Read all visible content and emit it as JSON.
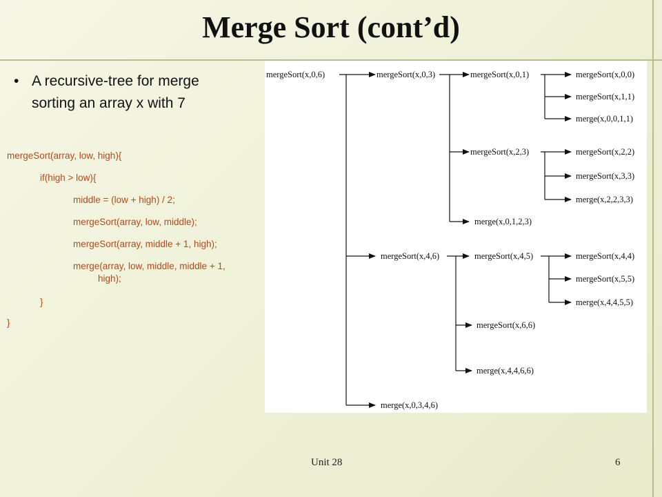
{
  "title": "Merge Sort (cont’d)",
  "bullet": {
    "marker": "•",
    "text": "A recursive-tree for merge sorting  an array x with 7"
  },
  "code": [
    "mergeSort(array, low, high){",
    "if(high > low){",
    "middle = (low + high) / 2;",
    "mergeSort(array, low, middle);",
    "mergeSort(array, middle + 1, high);",
    "merge(array,  low,  middle,  middle  +  1,",
    "high);",
    "}",
    "}"
  ],
  "tree": {
    "n0": "mergeSort(x,0,6)",
    "n1": "mergeSort(x,0,3)",
    "n2": "mergeSort(x,0,1)",
    "n3": "mergeSort(x,0,0)",
    "n4": "mergeSort(x,1,1)",
    "n5": "merge(x,0,0,1,1)",
    "n6": "mergeSort(x,2,3)",
    "n7": "mergeSort(x,2,2)",
    "n8": "mergeSort(x,3,3)",
    "n9": "merge(x,2,2,3,3)",
    "n10": "merge(x,0,1,2,3)",
    "n11": "mergeSort(x,4,6)",
    "n12": "mergeSort(x,4,5)",
    "n13": "mergeSort(x,4,4)",
    "n14": "mergeSort(x,5,5)",
    "n15": "merge(x,4,4,5,5)",
    "n16": "mergeSort(x,6,6)",
    "n17": "merge(x,4,4,6,6)",
    "n18": "merge(x,0,3,4,6)"
  },
  "footer": {
    "unit": "Unit 28",
    "page": "6"
  }
}
